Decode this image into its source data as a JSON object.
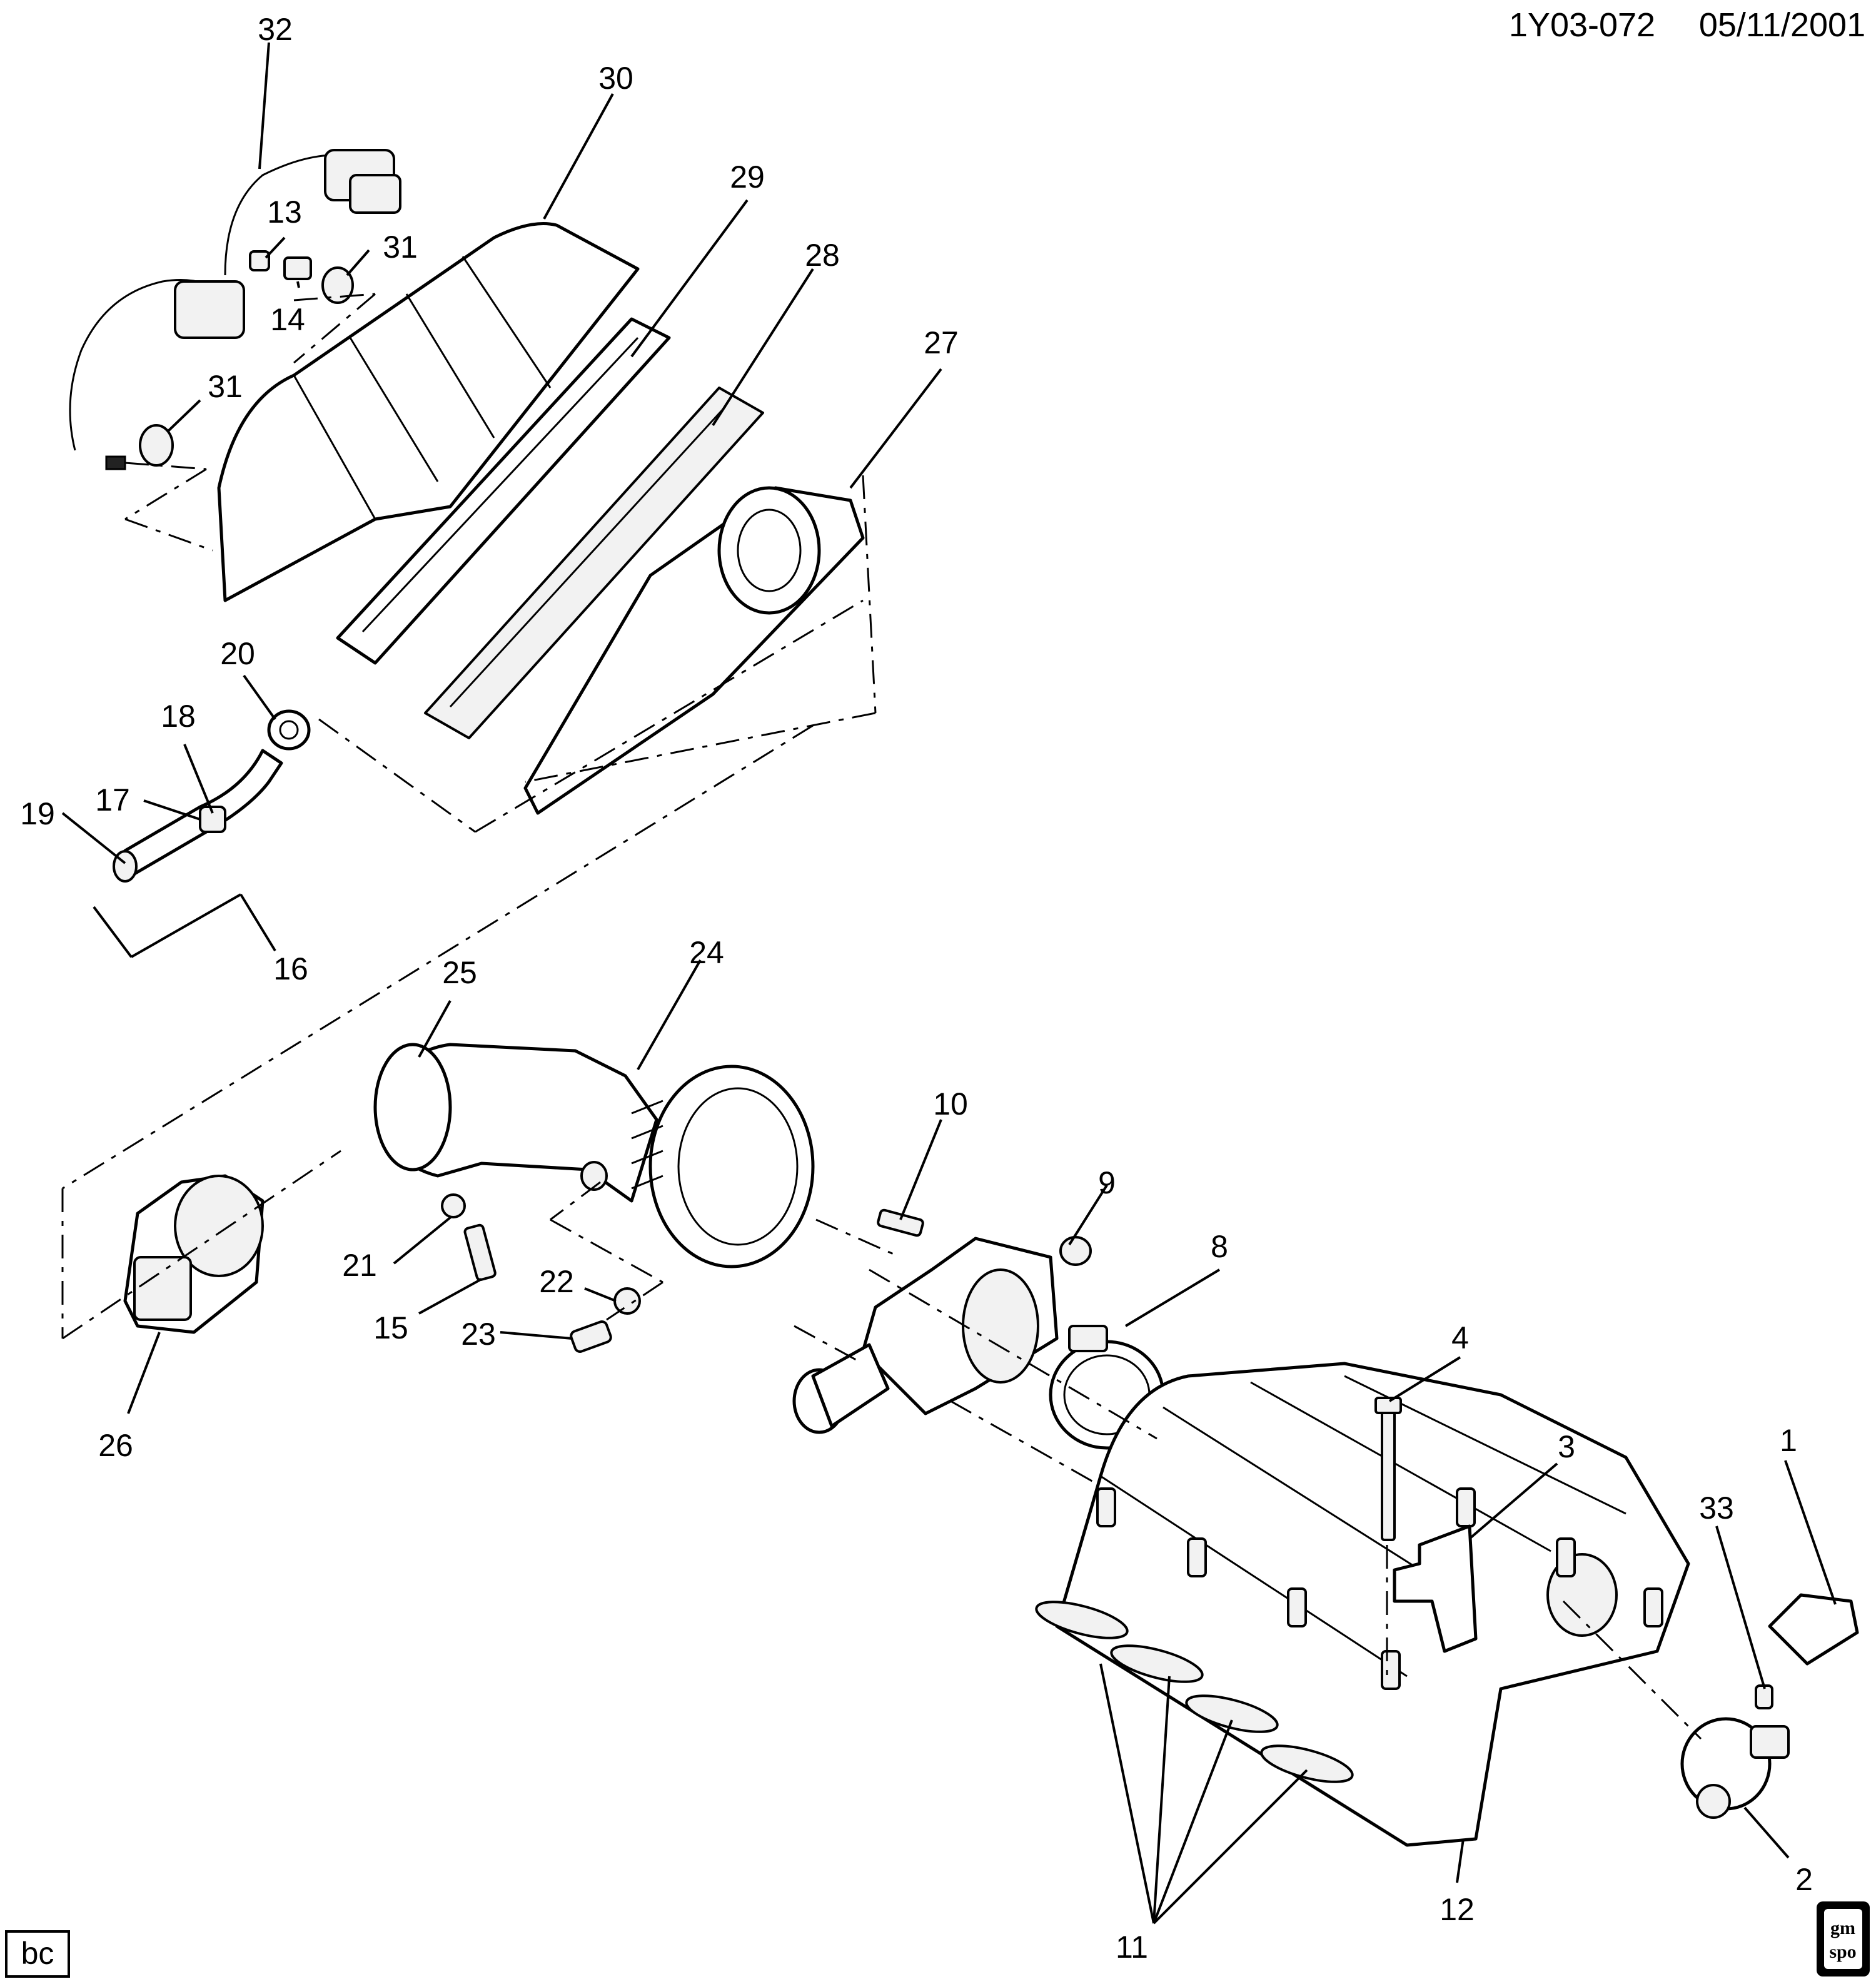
{
  "header": {
    "ref": "1Y03-072",
    "date": "05/11/2001"
  },
  "labels": {
    "l1": "1",
    "l2": "2",
    "l3": "3",
    "l4": "4",
    "l8": "8",
    "l9": "9",
    "l10": "10",
    "l11": "11",
    "l12": "12",
    "l13": "13",
    "l14": "14",
    "l15": "15",
    "l16": "16",
    "l17": "17",
    "l18": "18",
    "l19": "19",
    "l20": "20",
    "l21": "21",
    "l22": "22",
    "l23": "23",
    "l24": "24",
    "l25": "25",
    "l26": "26",
    "l27": "27",
    "l28": "28",
    "l29": "29",
    "l30": "30",
    "l31a": "31",
    "l31b": "31",
    "l32": "32",
    "l33": "33"
  },
  "footer": {
    "artist": "bc",
    "logo_top": "gm",
    "logo_bottom": "spo"
  }
}
